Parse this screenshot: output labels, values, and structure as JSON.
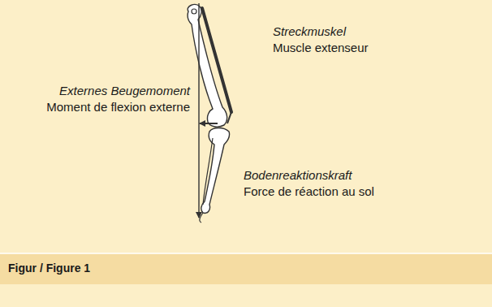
{
  "diagram": {
    "caption": "Figur / Figure 1",
    "labels": [
      "Streckmuskel",
      "Muscle extenseur",
      "Externes Beugemoment",
      "Moment de flexion externe",
      "Bodenreaktionskraft",
      "Force de réaction au sol"
    ]
  }
}
